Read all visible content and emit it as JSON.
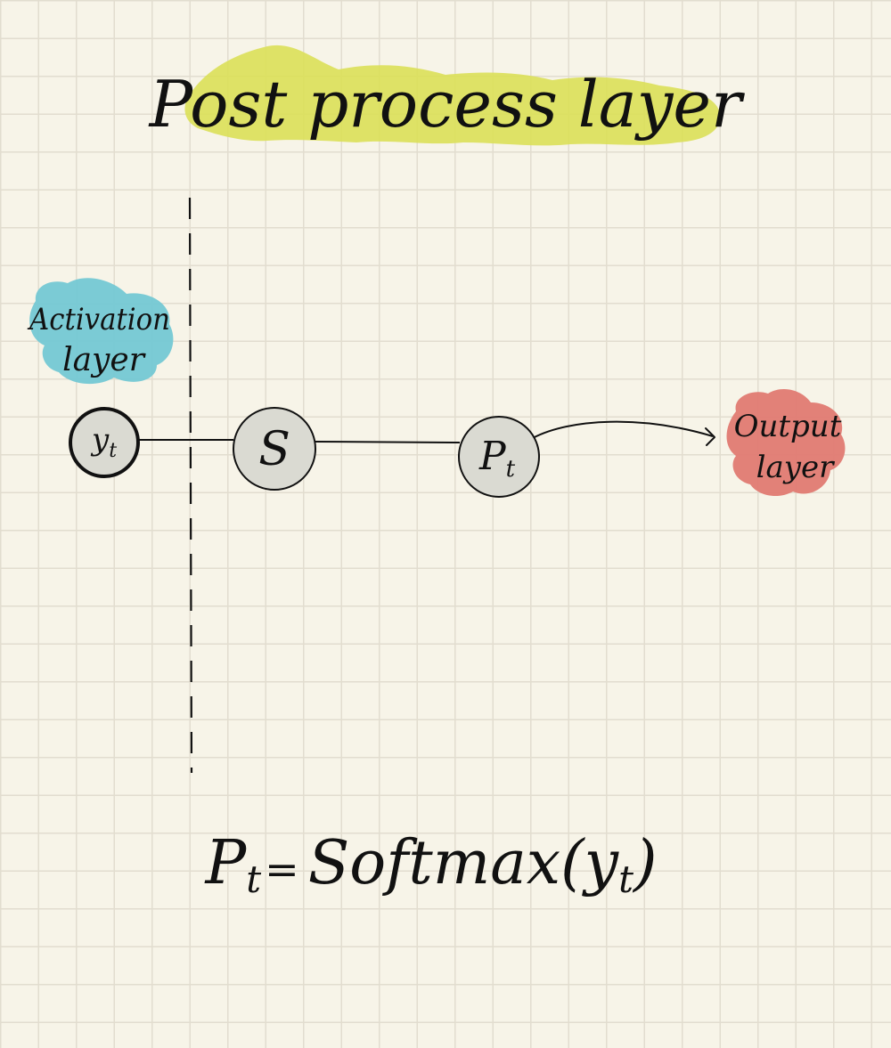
{
  "title": "Post process layer",
  "colors": {
    "title_highlight": "#dbe05a",
    "activation_blob": "#74c8d4",
    "output_blob": "#e07a72",
    "ink": "#111111",
    "node_fill": "#dadad2",
    "paper": "#f7f4e8",
    "grid": "#e2ddcf"
  },
  "labels": {
    "activation_layer": [
      "Activation",
      "layer"
    ],
    "output_layer": [
      "Output",
      "layer"
    ]
  },
  "nodes": [
    {
      "id": "yt",
      "main": "y",
      "sub": "t"
    },
    {
      "id": "s",
      "main": "S",
      "sub": ""
    },
    {
      "id": "pt",
      "main": "P",
      "sub": "t"
    }
  ],
  "formula": {
    "lhs_main": "P",
    "lhs_sub": "t",
    "equals": "=",
    "function": "Softmax",
    "arg_main": "y",
    "arg_sub": "t"
  }
}
